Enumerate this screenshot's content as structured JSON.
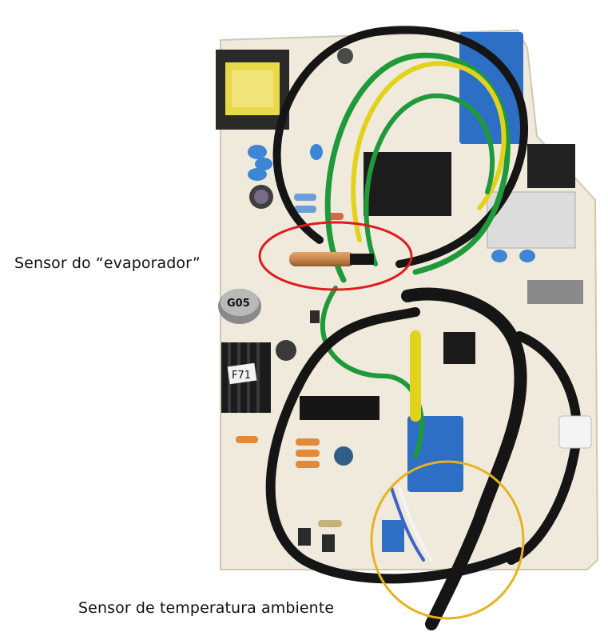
{
  "labels": {
    "evaporator_sensor": "Sensor do “evaporador”",
    "ambient_sensor": "Sensor de temperatura ambiente"
  },
  "board_markings": {
    "capacitor_label": "G05",
    "heatsink_label": "F71"
  },
  "colors": {
    "board": "#efeadc",
    "evaporator_highlight": "#e01b1b",
    "ambient_highlight": "#e8b21e",
    "wire_green": "#1f9a3a",
    "wire_yellow": "#e3d21c",
    "wire_black": "#151515",
    "sensor_copper": "#c7864a",
    "relay_blue": "#2d6fc4"
  }
}
